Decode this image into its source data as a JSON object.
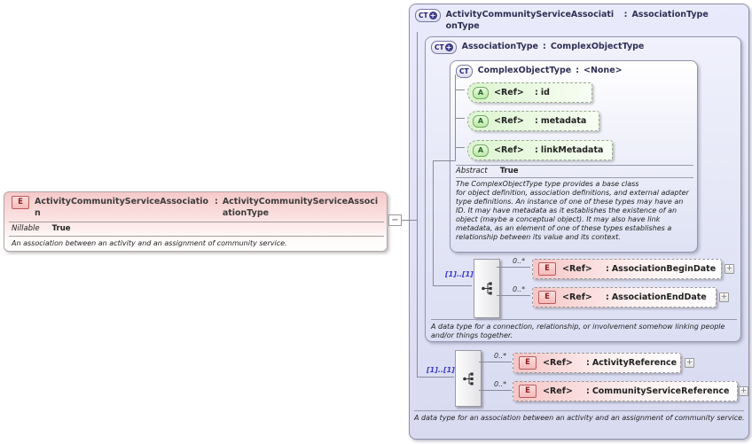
{
  "symbols": {
    "colon": ":",
    "collapse": "−",
    "expand": "+",
    "plus_badge": "+"
  },
  "colors": {
    "element_fill": "#f6c6c6",
    "attribute_fill": "#dcf4d0",
    "complex_type_fill": "#dcdff3",
    "cardinality_text": "#3a3acc",
    "element_icon_border": "#bb5b5b",
    "attribute_icon_border": "#77aa66"
  },
  "left_element": {
    "icon_label": "E",
    "name": "ActivityCommunityServiceAssociation",
    "type": "ActivityCommunityServiceAssociationType",
    "nillable_label": "Nillable",
    "nillable_value": "True",
    "annotation": "An association between an activity and an assignment of community service."
  },
  "outer_type": {
    "icon_label": "CT",
    "name": "ActivityCommunityServiceAssociationType",
    "type": "AssociationType",
    "annotation": "A data type for an association between an activity and an assignment of community service."
  },
  "association_type": {
    "icon_label": "CT",
    "name": "AssociationType",
    "type": "ComplexObjectType",
    "annotation": "A data type for a connection, relationship, or involvement somehow linking people and/or things together."
  },
  "complex_object_type": {
    "icon_label": "CT",
    "name": "ComplexObjectType",
    "type": "<None>",
    "abstract_label": "Abstract",
    "abstract_value": "True",
    "annotation": "The ComplexObjectType type provides a base class\nfor object definition, association definitions, and external adapter type definitions. An instance of one of these types may have an ID. It may have metadata as it establishes the existence of an object (maybe a conceptual object). It may also have link metadata, as an element of one of these types establishes a relationship between its value and its context.",
    "attributes": [
      {
        "icon_label": "A",
        "ref": "<Ref>",
        "name": "id"
      },
      {
        "icon_label": "A",
        "ref": "<Ref>",
        "name": "metadata"
      },
      {
        "icon_label": "A",
        "ref": "<Ref>",
        "name": "linkMetadata"
      }
    ]
  },
  "group1": {
    "cardinality": "[1]..[1]",
    "items": [
      {
        "occurs": "0..*",
        "icon_label": "E",
        "ref": "<Ref>",
        "name": "AssociationBeginDate"
      },
      {
        "occurs": "0..*",
        "icon_label": "E",
        "ref": "<Ref>",
        "name": "AssociationEndDate"
      }
    ]
  },
  "group2": {
    "cardinality": "[1]..[1]",
    "items": [
      {
        "occurs": "0..*",
        "icon_label": "E",
        "ref": "<Ref>",
        "name": "ActivityReference"
      },
      {
        "occurs": "0..*",
        "icon_label": "E",
        "ref": "<Ref>",
        "name": "CommunityServiceReference"
      }
    ]
  }
}
